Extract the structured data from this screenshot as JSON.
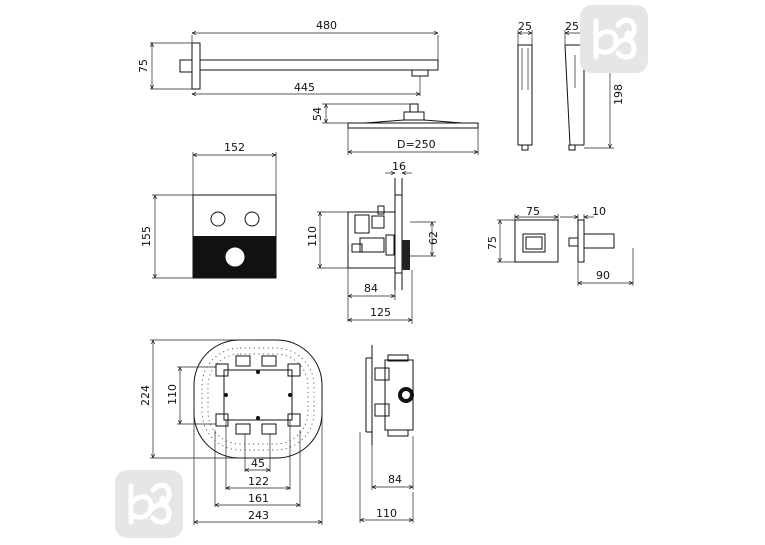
{
  "watermark_icon": "bb-logo-icon",
  "dimensions": {
    "arm_length": "480",
    "arm_height": "75",
    "arm_reach": "445",
    "head_drop": "54",
    "head_diameter": "D=250",
    "panel_width": "152",
    "panel_height": "155",
    "valve_top": "16",
    "valve_height": "110",
    "valve_knob": "62",
    "valve_depth_a": "84",
    "valve_depth_b": "125",
    "hand_width_a": "25",
    "hand_width_b": "25",
    "hand_height": "198",
    "outlet_width": "75",
    "outlet_height": "75",
    "outlet_plate": "10",
    "outlet_depth": "90",
    "box_height": "224",
    "box_inner_height": "110",
    "box_port": "45",
    "box_w1": "122",
    "box_w2": "161",
    "box_w3": "243",
    "side_depth_a": "84",
    "side_depth_b": "110"
  }
}
